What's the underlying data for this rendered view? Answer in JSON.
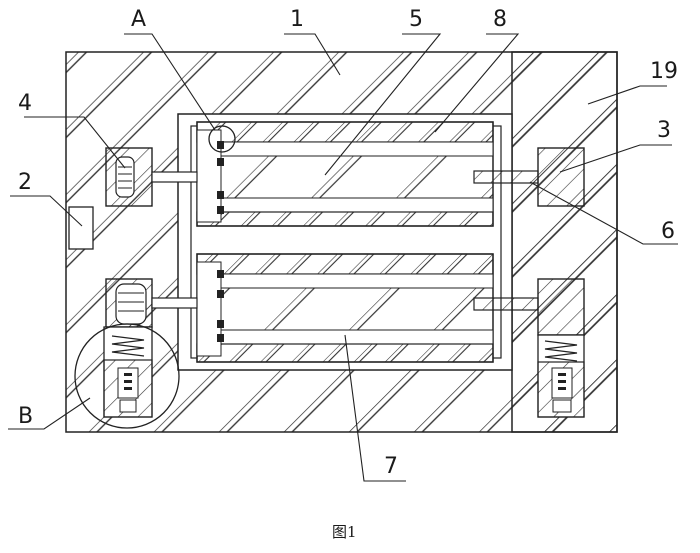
{
  "figure": {
    "caption": "图1",
    "labels": {
      "A": "A",
      "n1": "1",
      "n5": "5",
      "n8": "8",
      "n19": "19",
      "n4": "4",
      "n3": "3",
      "n2": "2",
      "n6": "6",
      "B": "B",
      "n7": "7"
    }
  }
}
